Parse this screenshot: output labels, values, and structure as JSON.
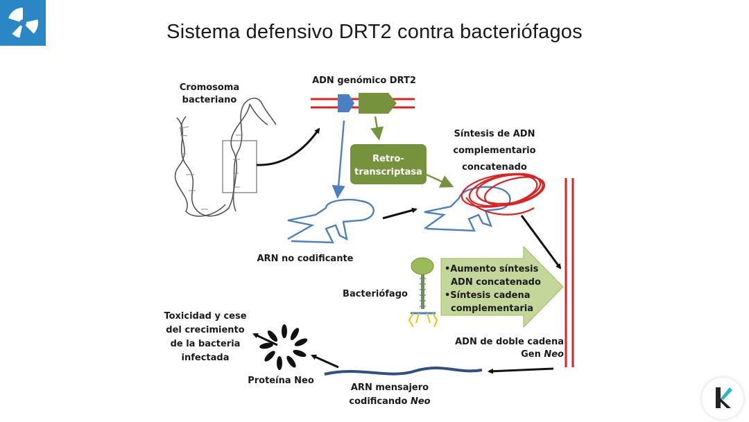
{
  "title": "Sistema defensivo DRT2 contra bacteriófagos",
  "labels": {
    "chromosome": [
      "Cromosoma",
      "bacteriano"
    ],
    "genomic_dna": "ADN genómico DRT2",
    "rt": [
      "Retro-",
      "transcriptasa"
    ],
    "cdna": [
      "Síntesis de ADN",
      "complementario",
      "concatenado"
    ],
    "ncrna": "ARN no codificante",
    "phage": "Bacteriófago",
    "arrow_box": [
      "•Aumento síntesis",
      "ADN concatenado",
      "•Síntesis cadena",
      "complementaria"
    ],
    "dsdna": [
      "ADN de doble cadena",
      "Gen "
    ],
    "dsdna_gene": "Neo",
    "toxicity": [
      "Toxicidad y cese",
      "del crecimiento",
      "de la  bacteria",
      "infectada"
    ],
    "protein": "Proteína Neo",
    "mrna": [
      "ARN mensajero",
      "codificando "
    ],
    "mrna_gene": "Neo"
  },
  "colors": {
    "dna_red": "#e02020",
    "blue": "#4a7fc1",
    "green": "#76923c",
    "light_green": "#c4d79b",
    "logo_blue": "#2b86c5"
  },
  "icons": {
    "left_logo": "propeller-logo-icon",
    "right_logo": "k-logo-icon"
  }
}
